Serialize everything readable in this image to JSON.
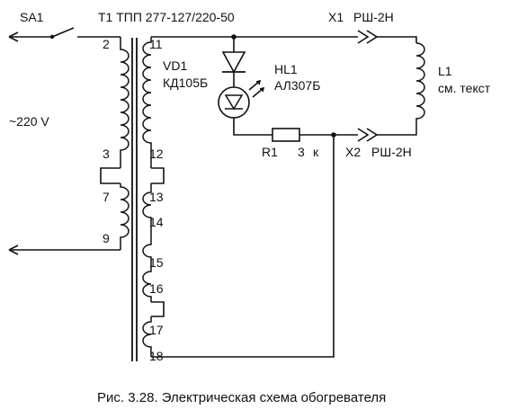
{
  "switch": {
    "label": "SA1"
  },
  "transformer": {
    "label": "T1 ТПП 277-127/220-50"
  },
  "mains": {
    "label": "~220 V"
  },
  "primary_pins": [
    "2",
    "3",
    "7",
    "9"
  ],
  "secondary_pins": [
    "11",
    "12",
    "13",
    "14",
    "15",
    "16",
    "17",
    "18"
  ],
  "diode": {
    "ref": "VD1",
    "type": "КД105Б"
  },
  "led": {
    "ref": "HL1",
    "type": "АЛ307Б"
  },
  "resistor": {
    "ref": "R1",
    "value": "3",
    "unit": "к"
  },
  "connectors": [
    {
      "ref": "X1",
      "type": "РШ-2Н"
    },
    {
      "ref": "X2",
      "type": "РШ-2Н"
    }
  ],
  "load": {
    "ref": "L1",
    "note": "см. текст"
  },
  "caption": "Рис. 3.28. Электрическая схема обогревателя"
}
